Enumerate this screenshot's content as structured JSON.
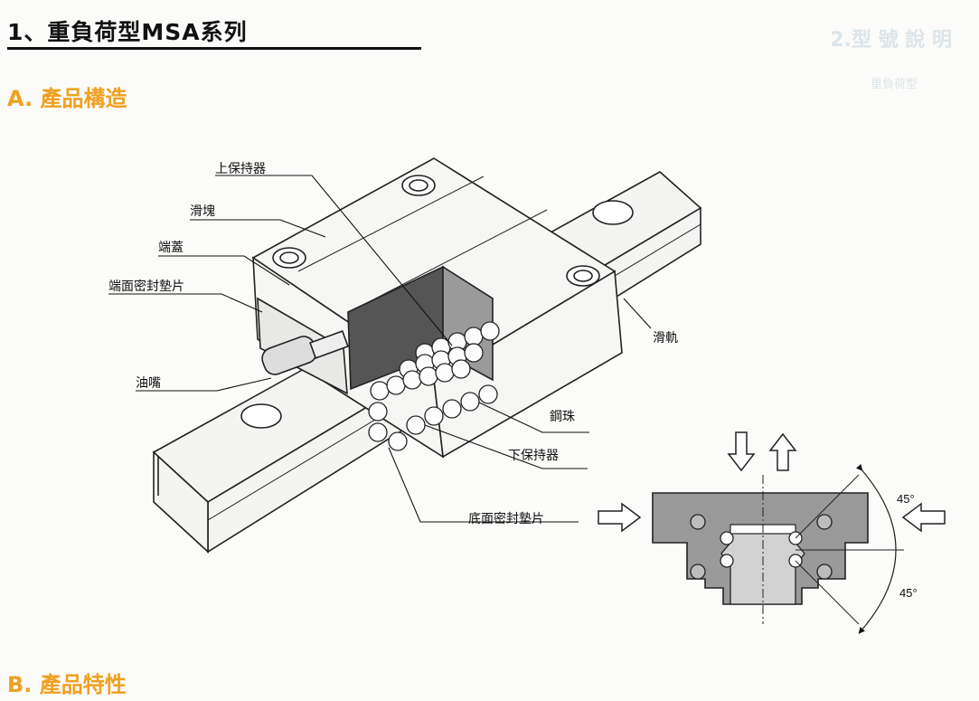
{
  "header": {
    "title": "1、重負荷型MSA系列",
    "ghost_title": "2.型 號 說 明",
    "ghost_sub": "重負荷型"
  },
  "sections": {
    "a": "A. 產品構造",
    "b": "B. 產品特性"
  },
  "labels": {
    "upper_retainer": "上保持器",
    "block": "滑塊",
    "end_cap": "端蓋",
    "end_seal": "端面密封墊片",
    "grease_nipple": "油嘴",
    "rail": "滑軌",
    "steel_ball": "鋼珠",
    "lower_retainer": "下保持器",
    "bottom_seal": "底面密封墊片"
  },
  "angles": {
    "upper": "45°",
    "lower": "45°"
  },
  "colors": {
    "accent": "#f0a020",
    "text": "#111111",
    "section_fill": "#9a9a9a",
    "inner_fill": "#5a5a5a"
  }
}
